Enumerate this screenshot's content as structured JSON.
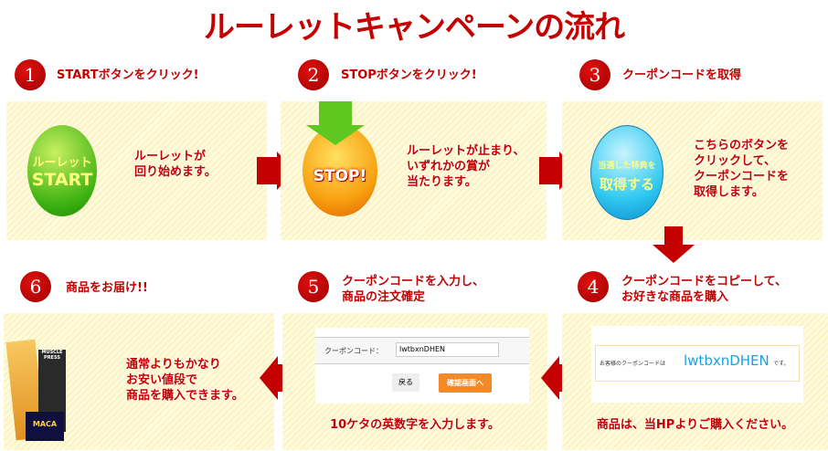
{
  "title": "ルーレットキャンペーンの流れ",
  "steps": [
    {
      "num": "1",
      "heading": "STARTボタンをクリック!",
      "ball_line1": "ルーレット",
      "ball_line2": "START",
      "text": [
        "ルーレットが",
        "回り始めます。"
      ]
    },
    {
      "num": "2",
      "heading": "STOPボタンをクリック!",
      "ball_label": "STOP!",
      "text": [
        "ルーレットが止まり、",
        "いずれかの賞が",
        "当たります。"
      ]
    },
    {
      "num": "3",
      "heading": "クーポンコードを取得",
      "ball_line1": "当選した特典を",
      "ball_line2": "取得する",
      "text": [
        "こちらのボタンを",
        "クリックして、",
        "クーポンコードを",
        "取得します。"
      ]
    },
    {
      "num": "4",
      "heading": [
        "クーポンコードをコピーして、",
        "お好きな商品を購入"
      ],
      "coupon_prefix": "お客様のクーポンコードは",
      "coupon_code": "lwtbxnDHEN",
      "coupon_suffix": "です。",
      "caption": "商品は、当HPよりご購入ください。"
    },
    {
      "num": "5",
      "heading": [
        "クーポンコードを入力し、",
        "商品の注文確定"
      ],
      "field_label": "クーポンコード：",
      "field_value": "lwtbxnDHEN",
      "back_label": "戻る",
      "confirm_label": "確認画面へ",
      "caption": "10ケタの英数字を入力します。"
    },
    {
      "num": "6",
      "heading": "商品をお届け!!",
      "product_label": "MUSCLE PRESS",
      "product_label2": "MACA",
      "text": [
        "通常よりもかなり",
        "お安い値段で",
        "商品を購入できます。"
      ]
    }
  ],
  "colors": {
    "red": "#c40000",
    "panel": "#fdf3bf",
    "coupon_blue": "#1aa0e6",
    "confirm_orange": "#f28a2a"
  }
}
